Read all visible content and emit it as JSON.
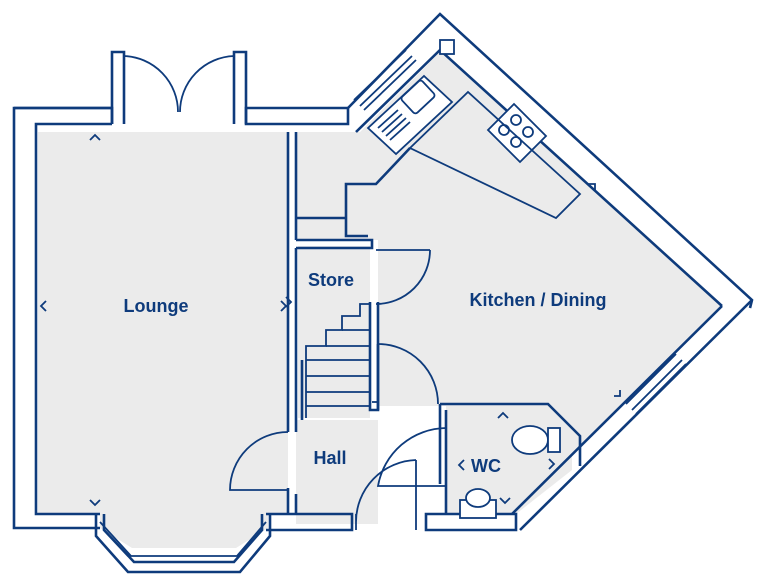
{
  "rooms": {
    "lounge": "Lounge",
    "store": "Store",
    "kitchen_dining": "Kitchen / Dining",
    "hall": "Hall",
    "wc": "WC"
  },
  "colors": {
    "wall": "#0e3b7c",
    "floor": "#ebebeb",
    "background": "#ffffff"
  }
}
